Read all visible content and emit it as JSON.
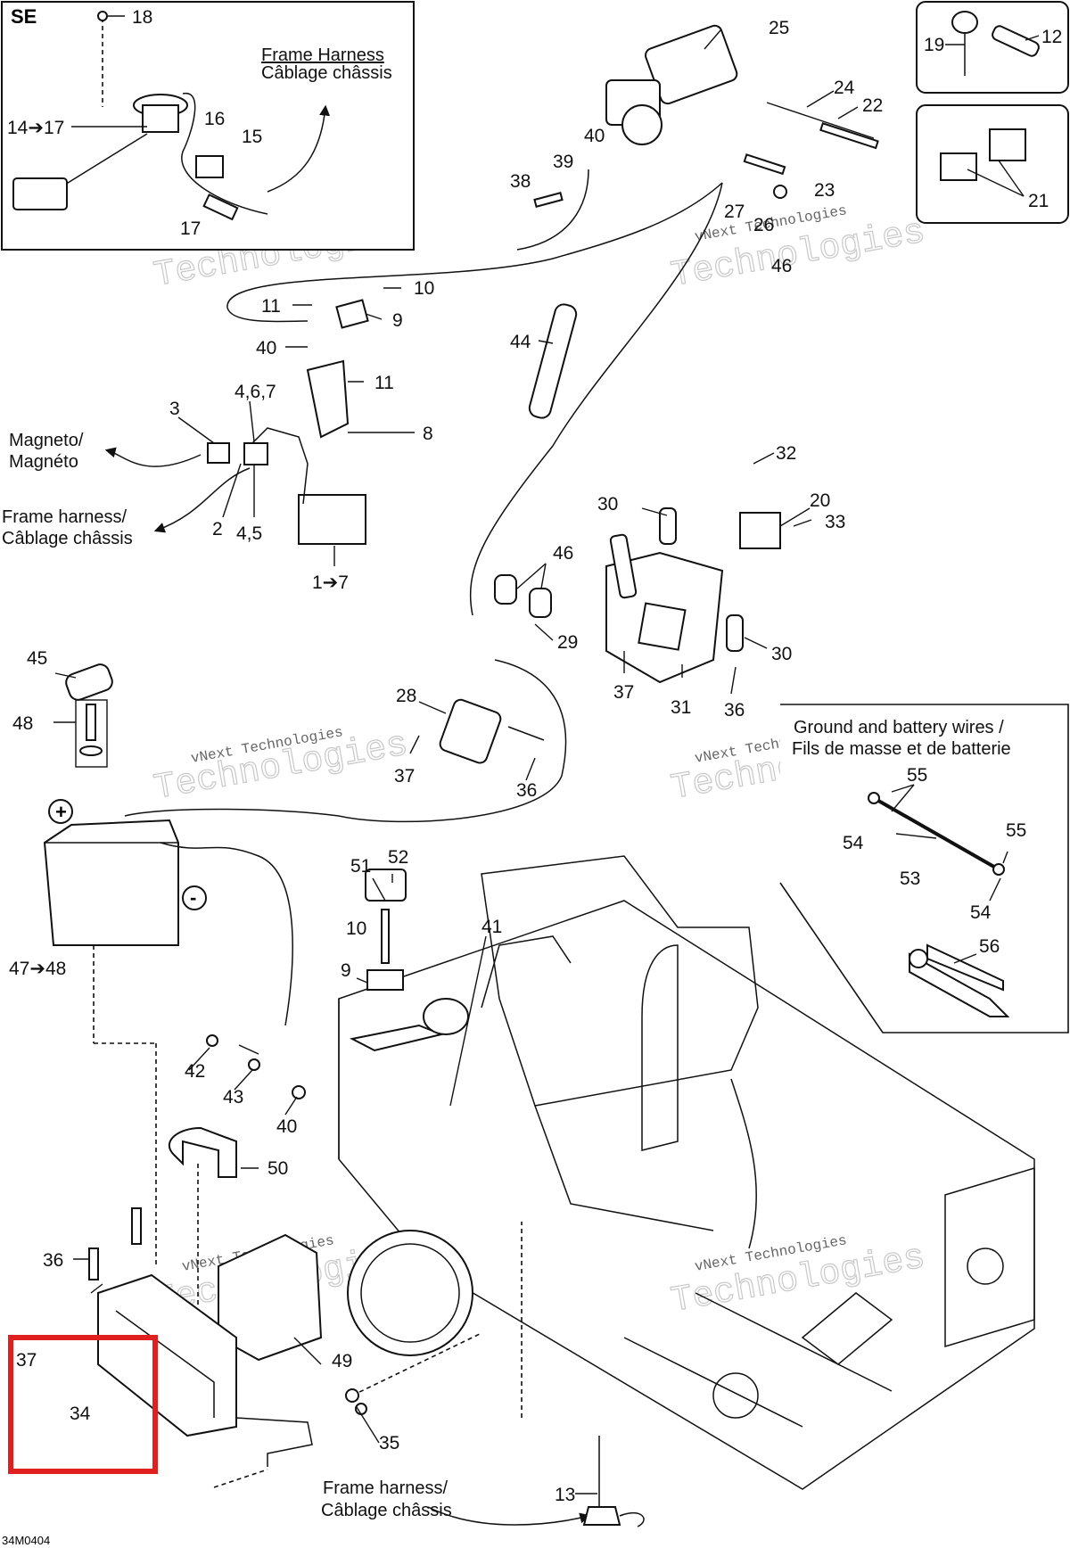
{
  "diagram": {
    "inset_label": "SE",
    "drawing_code": "34M0404",
    "watermark_text": "vNext Technologies",
    "watermark_big": "Technologies",
    "notes": {
      "frame_harness_top_1": "Frame Harness",
      "frame_harness_top_2": "Câblage châssis",
      "magneto_1": "Magneto/",
      "magneto_2": "Magnéto",
      "frame_harness_left_1": "Frame harness/",
      "frame_harness_left_2": "Câblage châssis",
      "ground_battery_1": "Ground and battery wires /",
      "ground_battery_2": "Fils de masse et de batterie",
      "frame_harness_bottom_1": "Frame harness/",
      "frame_harness_bottom_2": "Câblage châssis",
      "battery_plus": "+",
      "battery_minus": "-"
    },
    "callouts": {
      "c18": "18",
      "c14_17": "14➔17",
      "c16": "16",
      "c15": "15",
      "c17": "17",
      "c25": "25",
      "c24": "24",
      "c22": "22",
      "c40a": "40",
      "c39": "39",
      "c38": "38",
      "c23": "23",
      "c27": "27",
      "c26": "26",
      "c46a": "46",
      "c19": "19",
      "c12": "12",
      "c21": "21",
      "c11a": "11",
      "c10a": "10",
      "c9a": "9",
      "c40b": "40",
      "c11b": "11",
      "c3": "3",
      "c4_6_7": "4,6,7",
      "c8": "8",
      "c2": "2",
      "c4_5": "4,5",
      "c1_7": "1➔7",
      "c44": "44",
      "c32": "32",
      "c20": "20",
      "c33": "33",
      "c30a": "30",
      "c46b": "46",
      "c29": "29",
      "c30b": "30",
      "c37a": "37",
      "c31": "31",
      "c36a": "36",
      "c45": "45",
      "c48": "48",
      "c28": "28",
      "c37b": "37",
      "c36b": "36",
      "c55a": "55",
      "c54a": "54",
      "c55b": "55",
      "c53": "53",
      "c54b": "54",
      "c56": "56",
      "c51": "51",
      "c52": "52",
      "c10b": "10",
      "c41": "41",
      "c9b": "9",
      "c47_48": "47➔48",
      "c42": "42",
      "c43": "43",
      "c40c": "40",
      "c50": "50",
      "c36c": "36",
      "c37c": "37",
      "c34": "34",
      "c49": "49",
      "c35": "35",
      "c13": "13"
    }
  }
}
